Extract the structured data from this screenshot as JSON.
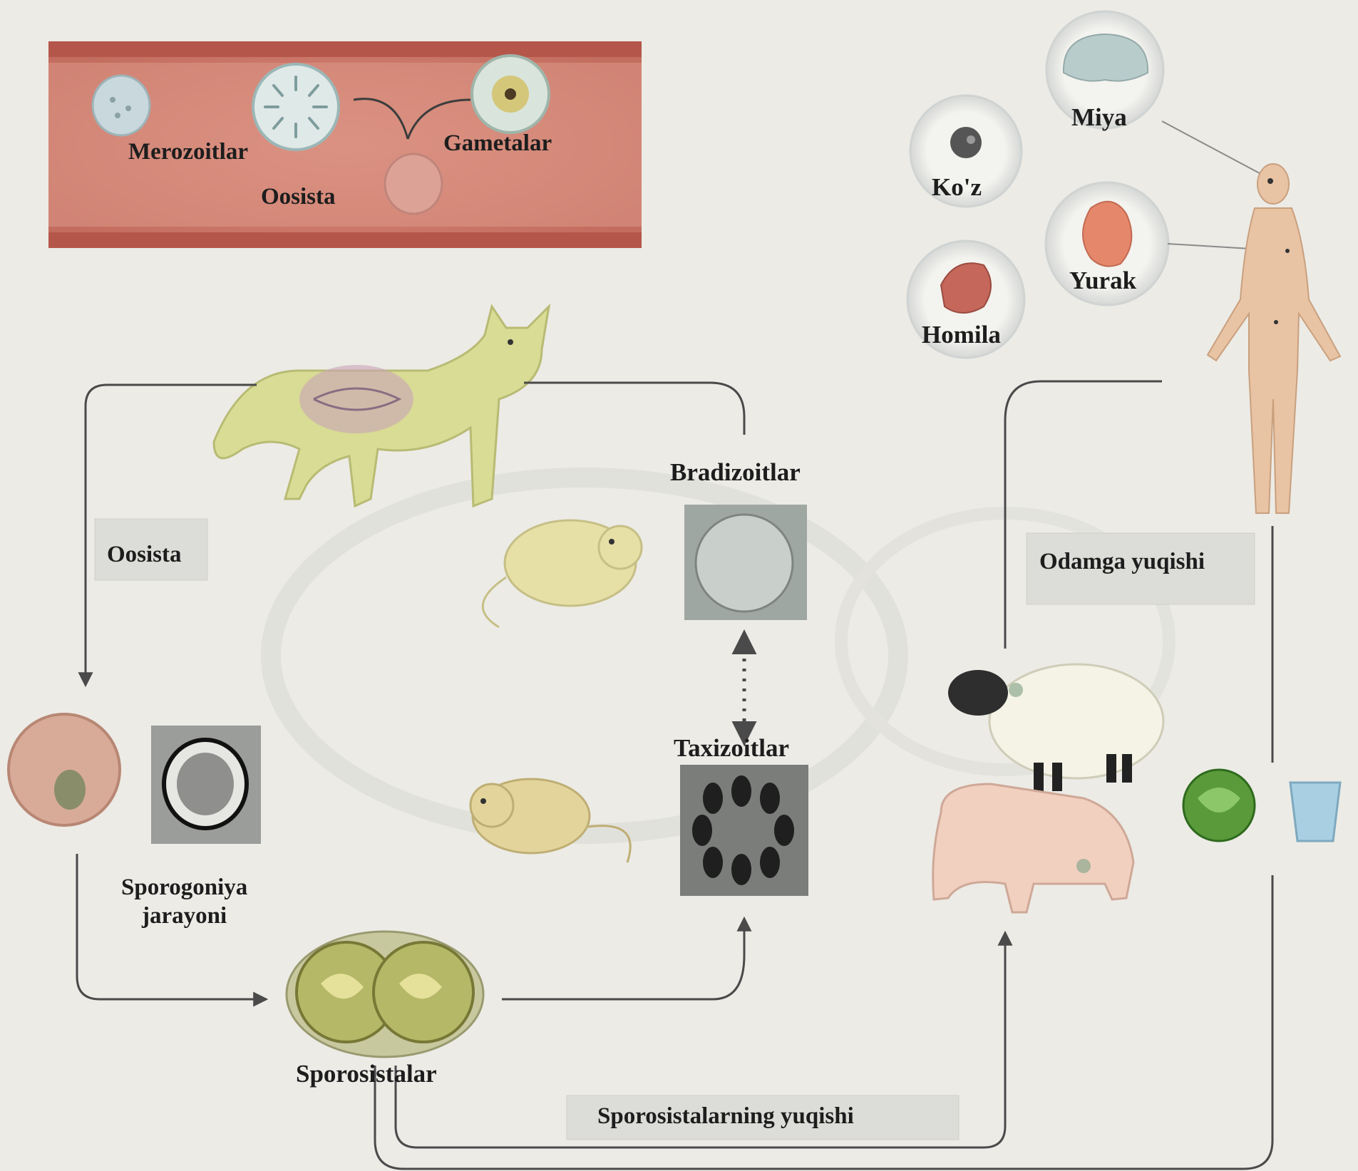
{
  "vessel": {
    "merozoites_label": "Merozoitlar",
    "gametes_label": "Gametalar",
    "oocyst_label": "Oosista"
  },
  "human": {
    "brain_label": "Miya",
    "eye_label": "Ko'z",
    "heart_label": "Yurak",
    "fetus_label": "Homila"
  },
  "cycle": {
    "oocyst_box_label": "Oosista",
    "bradyzoites_label": "Bradizoitlar",
    "tachyzoites_label": "Taxizoitlar",
    "sporogony_label": "Sporogoniya\njarayoni",
    "sporocysts_label": "Sporosistalar",
    "human_transmission_label": "Odamga yuqishi",
    "sporocyst_transmission_label": "Sporosistalarning yuqishi"
  },
  "colors": {
    "vessel_wall": "#d89583",
    "vessel_inner": "#c9786a",
    "cat_body": "#d8dc94",
    "mouse_body": "#e6dfa6",
    "sheep_body": "#f4f3e6",
    "pig_body": "#f1d0c0",
    "human_body": "#e8c3a4",
    "arrow": "#4a4a4a",
    "sporocyst_fill": "#b5b866"
  }
}
